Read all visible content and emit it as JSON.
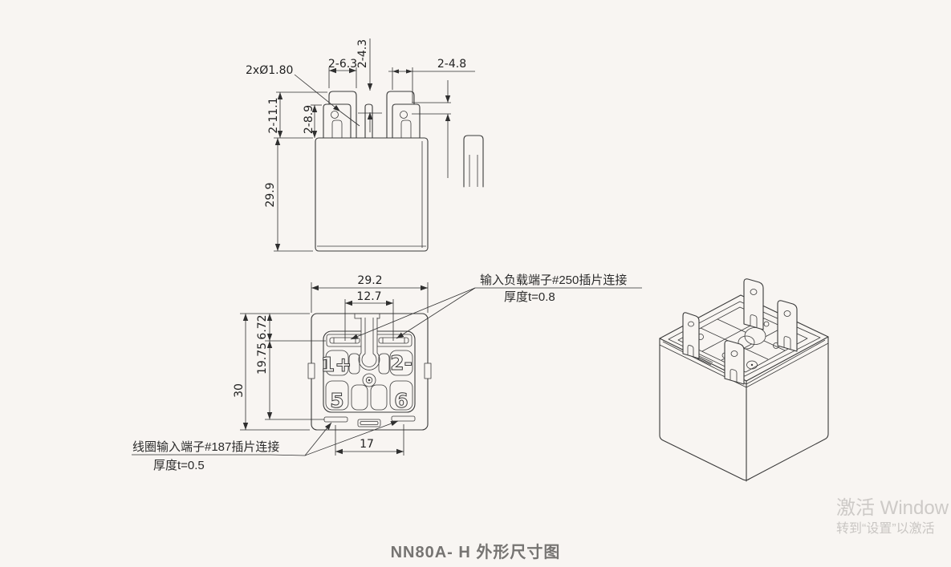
{
  "front": {
    "labels": {
      "hole": "2xØ1.80",
      "top_pitch": "2-6.3",
      "center_blade": "2-4.3",
      "right_blade": "2-4.8",
      "back_height": "2-11.1",
      "front_height": "2-8.9",
      "body_height": "29.9"
    }
  },
  "bottom": {
    "labels": {
      "width": "29.2",
      "slot_pitch": "12.7",
      "height": "30",
      "slot_offset": "6.72",
      "coil_offset": "19.75",
      "coil_pitch": "17"
    },
    "terminals": {
      "t1": "1+",
      "t2": "2-",
      "t5": "5",
      "t6": "6"
    }
  },
  "notes": {
    "load": {
      "line1": "输入负载端子#250插片连接",
      "line2": "厚度t=0.8"
    },
    "coil": {
      "line1": "线圈输入端子#187插片连接",
      "line2": "厚度t=0.5"
    }
  },
  "footer": {
    "title": "NN80A- H 外形尺寸图"
  },
  "watermark": {
    "line1": "激活 Window",
    "line2": "转到“设置”以激活"
  }
}
